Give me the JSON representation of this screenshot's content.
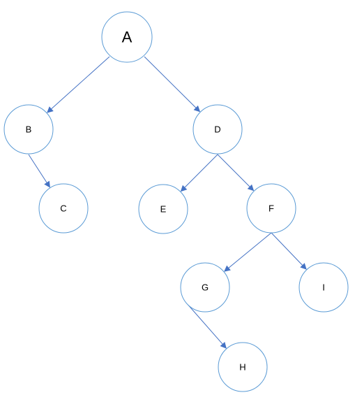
{
  "diagram": {
    "type": "binary-tree",
    "colors": {
      "node_stroke": "#5b9bd5",
      "edge": "#4472c4",
      "label": "#000000",
      "background": "#ffffff"
    },
    "nodes": [
      {
        "id": "A",
        "label": "A"
      },
      {
        "id": "B",
        "label": "B"
      },
      {
        "id": "C",
        "label": "C"
      },
      {
        "id": "D",
        "label": "D"
      },
      {
        "id": "E",
        "label": "E"
      },
      {
        "id": "F",
        "label": "F"
      },
      {
        "id": "G",
        "label": "G"
      },
      {
        "id": "H",
        "label": "H"
      },
      {
        "id": "I",
        "label": "I"
      }
    ],
    "edges": [
      {
        "from": "A",
        "to": "B"
      },
      {
        "from": "A",
        "to": "D"
      },
      {
        "from": "B",
        "to": "C"
      },
      {
        "from": "D",
        "to": "E"
      },
      {
        "from": "D",
        "to": "F"
      },
      {
        "from": "F",
        "to": "G"
      },
      {
        "from": "F",
        "to": "I"
      },
      {
        "from": "G",
        "to": "H"
      }
    ]
  }
}
